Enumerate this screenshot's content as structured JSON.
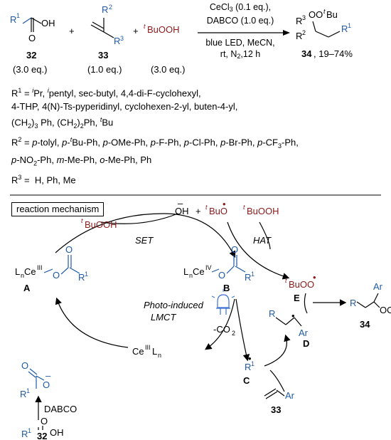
{
  "reaction": {
    "reagent_32_label": "32",
    "reagent_32_eq": "(3.0 eq.)",
    "reagent_33_label": "33",
    "reagent_33_eq": "(1.0 eq.)",
    "peroxide": "BuOOH",
    "peroxide_eq": "(3.0 eq.)",
    "plus": "+",
    "conditions_top_1": "CeCl",
    "conditions_top_1b": " (0.1 eq.),",
    "conditions_top_2": "DABCO (1.0 eq.)",
    "conditions_bottom_1": "blue LED, MeCN,",
    "conditions_bottom_2": "rt, N",
    "conditions_bottom_2b": ",12 h",
    "product_label": "34",
    "product_yield": ", 19–74%"
  },
  "scope": {
    "r1_line1": "R = Pr, pentyl, sec-butyl, 4,4-di-F-cyclohexyl,",
    "r1_line2": "4-THP, 4(N)-Ts-pyperidinyl, cyclohexen-2-yl, buten-4-yl,",
    "r1_line3": "(CH2)3 Ph, (CH2)2Ph, Bu",
    "r2_line1": "R = p-tolyl, p-Bu-Ph, p-OMe-Ph, p-F-Ph, p-Cl-Ph, p-Br-Ph, p-CF3-Ph,",
    "r2_line2": "p-NO2-Ph, m-Me-Ph, o-Me-Ph, Ph",
    "r3_line": "R = H, Ph, Me"
  },
  "mechanism": {
    "title": "reaction mechanism",
    "tbuooh": "BuOOH",
    "set": "SET",
    "hat": "HAT",
    "oh": "OH",
    "tbuo": "BuO",
    "tbuooh2": "BuOOH",
    "species_A": "A",
    "species_B": "B",
    "species_C": "C",
    "species_D": "D",
    "species_E": "E",
    "photo1": "Photo-induced",
    "photo2": "LMCT",
    "co2": "-CO",
    "ce3": "Ce",
    "ce3_sub": "L",
    "dabco": "DABCO",
    "label_32": "32",
    "label_33": "33",
    "label_34": "34",
    "ar": "Ar",
    "tbuoo": "BuOO",
    "ootbu": "OO"
  },
  "colors": {
    "blue": "#1f5aa6",
    "red": "#8b1a1a",
    "led": "#3b6fd4"
  }
}
